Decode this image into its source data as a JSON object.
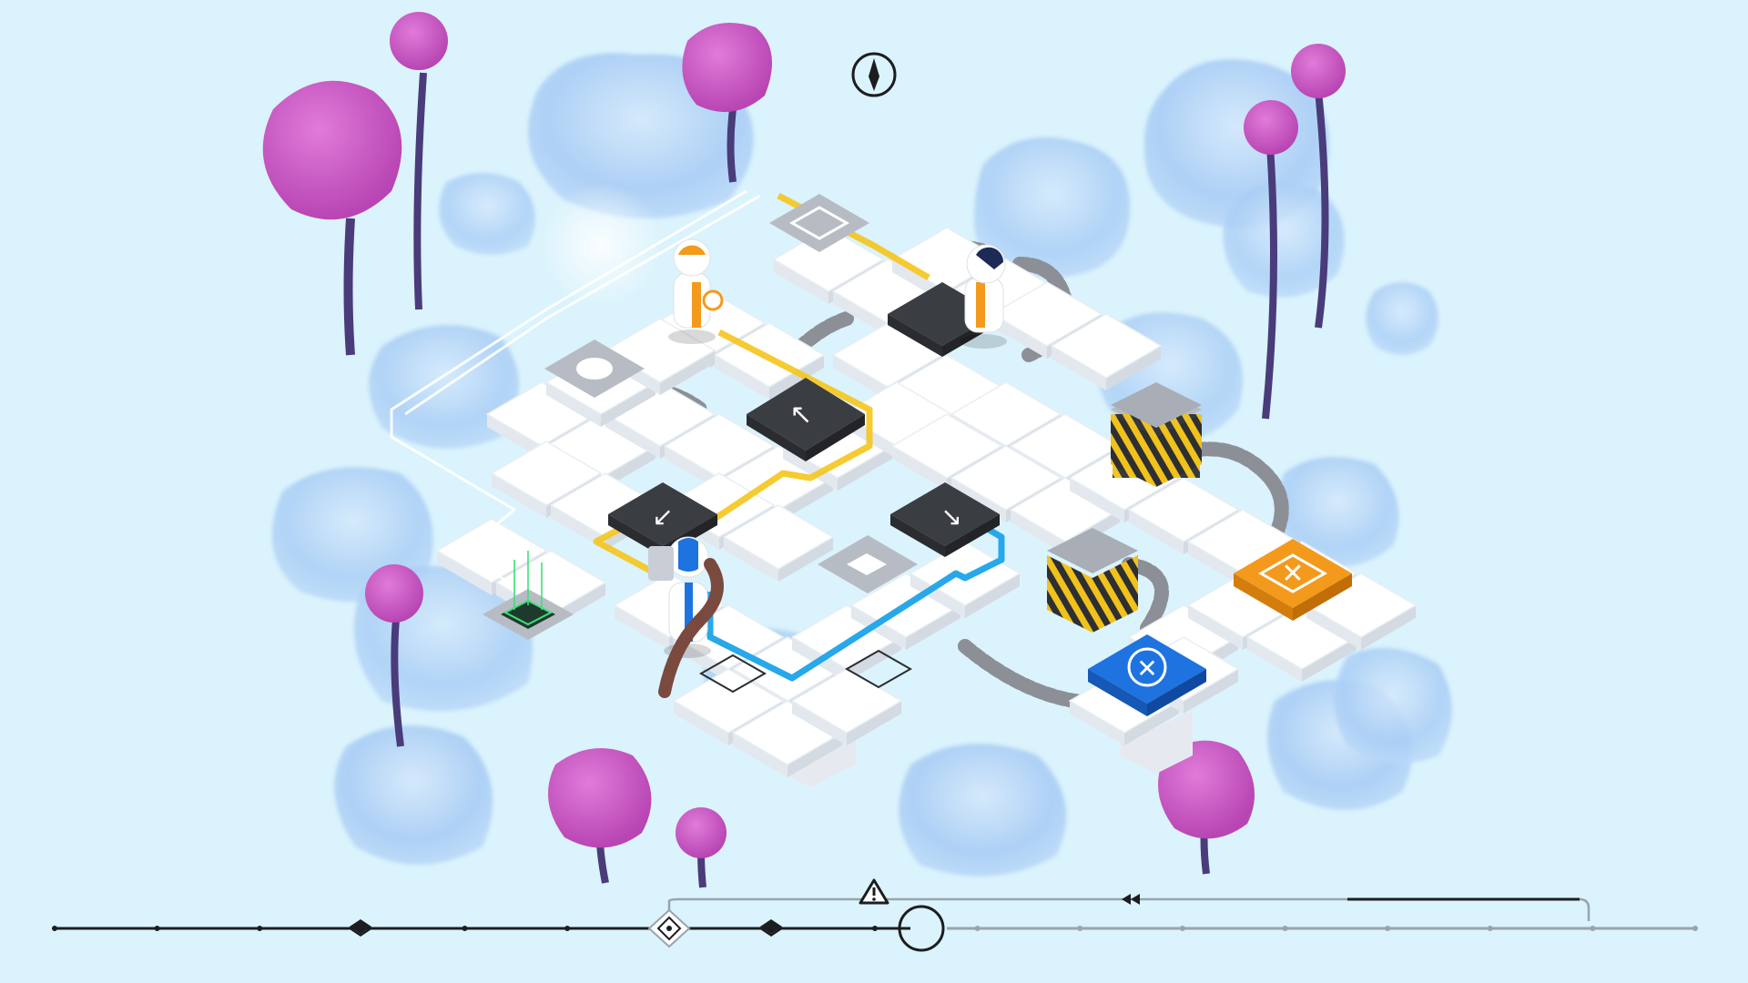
{
  "game": {
    "title": "",
    "colors": {
      "background": "#dbf3fc",
      "tile": "#ffffff",
      "tile_side": "#e2e8ee",
      "dark_tile": "#3a3d42",
      "yellow_path": "#f5c51c",
      "blue_path": "#27a8ea",
      "orange_goal": "#f39a1d",
      "blue_goal": "#1e73e0",
      "cloud": "#a9cdf5",
      "tree": "#cf62c8",
      "trunk": "#4a3b7a",
      "belt": "#8c8f96",
      "hazard": "#f0c21b"
    }
  },
  "hud": {
    "compass_icon": "compass-icon",
    "warning_icon": "warning-icon",
    "rewind_icon": "rewind-icon",
    "timeline": {
      "steps_total": 17,
      "current_step": 8,
      "rewind_to_step": 6,
      "keyframe_steps": [
        3,
        6,
        7
      ],
      "icons": [
        "diamond-icon",
        "target-diamond-icon",
        "diamond-icon"
      ]
    }
  },
  "characters": [
    {
      "name": "orange-astronaut-top",
      "color": "orange"
    },
    {
      "name": "navy-astronaut",
      "color": "navy"
    },
    {
      "name": "blue-astronaut",
      "color": "blue"
    }
  ]
}
